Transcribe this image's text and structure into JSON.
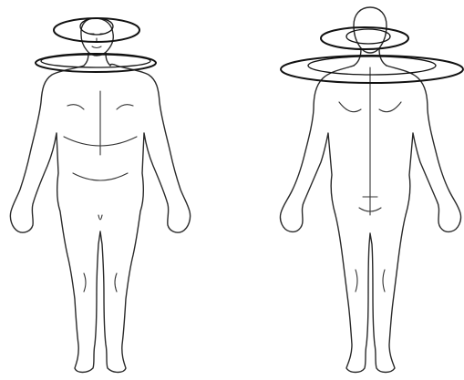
{
  "figure": {
    "views": [
      {
        "view": "front",
        "markings": [
          "head-ring",
          "neck-ring"
        ]
      },
      {
        "view": "back",
        "markings": [
          "head-ring",
          "shoulder-ring"
        ]
      }
    ],
    "colors": {
      "line": "#2a2a2a",
      "ring": "#111111",
      "background": "#ffffff"
    }
  }
}
